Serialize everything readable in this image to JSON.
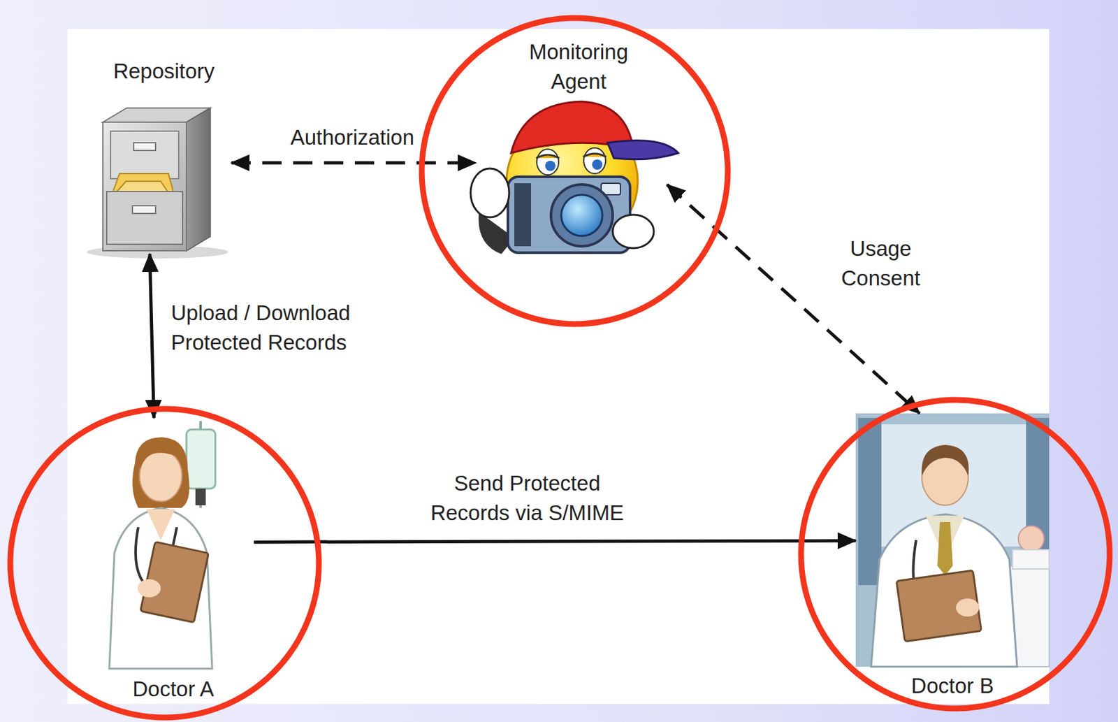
{
  "diagram": {
    "nodes": [
      {
        "text": [
          "Repository"
        ]
      },
      {
        "text": [
          "Monitoring Agent"
        ]
      },
      {
        "text": [
          "Doctor A"
        ]
      },
      {
        "text": [
          "Doctor B"
        ]
      }
    ],
    "edges": [
      {
        "from": 0,
        "to": 1,
        "arrow": "both",
        "label": "Authorization"
      },
      {
        "from": 1,
        "to": 3,
        "arrow": "both",
        "label": "Usage Consent"
      },
      {
        "from": 0,
        "to": 2,
        "arrow": "both",
        "label": "Upload / Download Protected Records"
      },
      {
        "from": 2,
        "to": 3,
        "arrow": "to",
        "label": "Send Protected Records via S/MIME"
      }
    ]
  }
}
